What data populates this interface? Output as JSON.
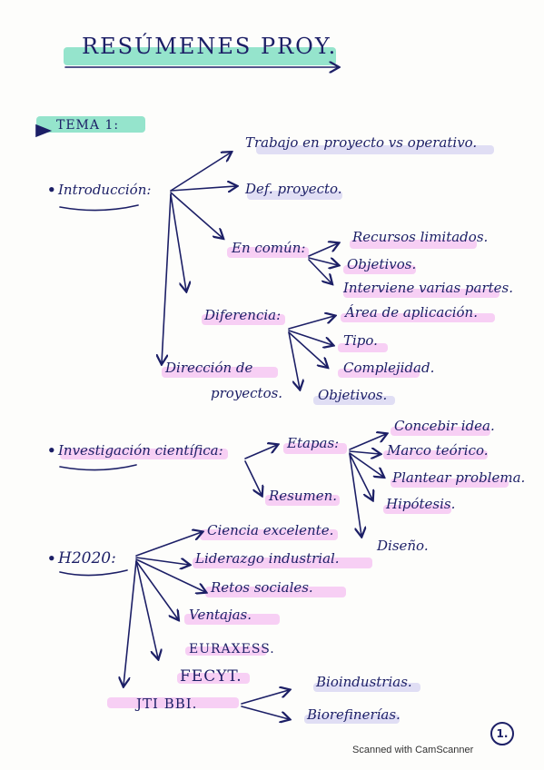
{
  "colors": {
    "ink": "#1c1f66",
    "green": "#3fd0a6",
    "pink": "#f3a9ee",
    "purple": "#c8c4ee"
  },
  "title": "RESÚMENES PROY.",
  "tema": {
    "label": "TEMA 1:"
  },
  "intro": {
    "label": "Introducción:",
    "items": [
      "Trabajo en proyecto vs operativo.",
      "Def. proyecto."
    ],
    "comun": {
      "label": "En común:",
      "items": [
        "Recursos limitados.",
        "Objetivos.",
        "Interviene varias partes."
      ]
    },
    "diferencia": {
      "label": "Diferencia:",
      "items": [
        "Área de aplicación.",
        "Tipo.",
        "Complejidad.",
        "Objetivos."
      ]
    },
    "direccion": {
      "line1": "Dirección de",
      "line2": "proyectos."
    }
  },
  "investigacion": {
    "label": "Investigación científica:",
    "etapas": {
      "label": "Etapas:",
      "items": [
        "Concebir idea.",
        "Marco teórico.",
        "Plantear problema.",
        "Hipótesis.",
        "Diseño."
      ]
    },
    "resumen": "Resumen."
  },
  "h2020": {
    "label": "H2020:",
    "items": [
      "Ciencia excelente.",
      "Liderazgo industrial.",
      "Retos sociales.",
      "Ventajas.",
      "EURAXESS.",
      "FECYT."
    ],
    "jti": {
      "label": "JTI BBI.",
      "items": [
        "Bioindustrias.",
        "Biorefinerías."
      ]
    }
  },
  "page_number": "1.",
  "footer": "Scanned with CamScanner"
}
